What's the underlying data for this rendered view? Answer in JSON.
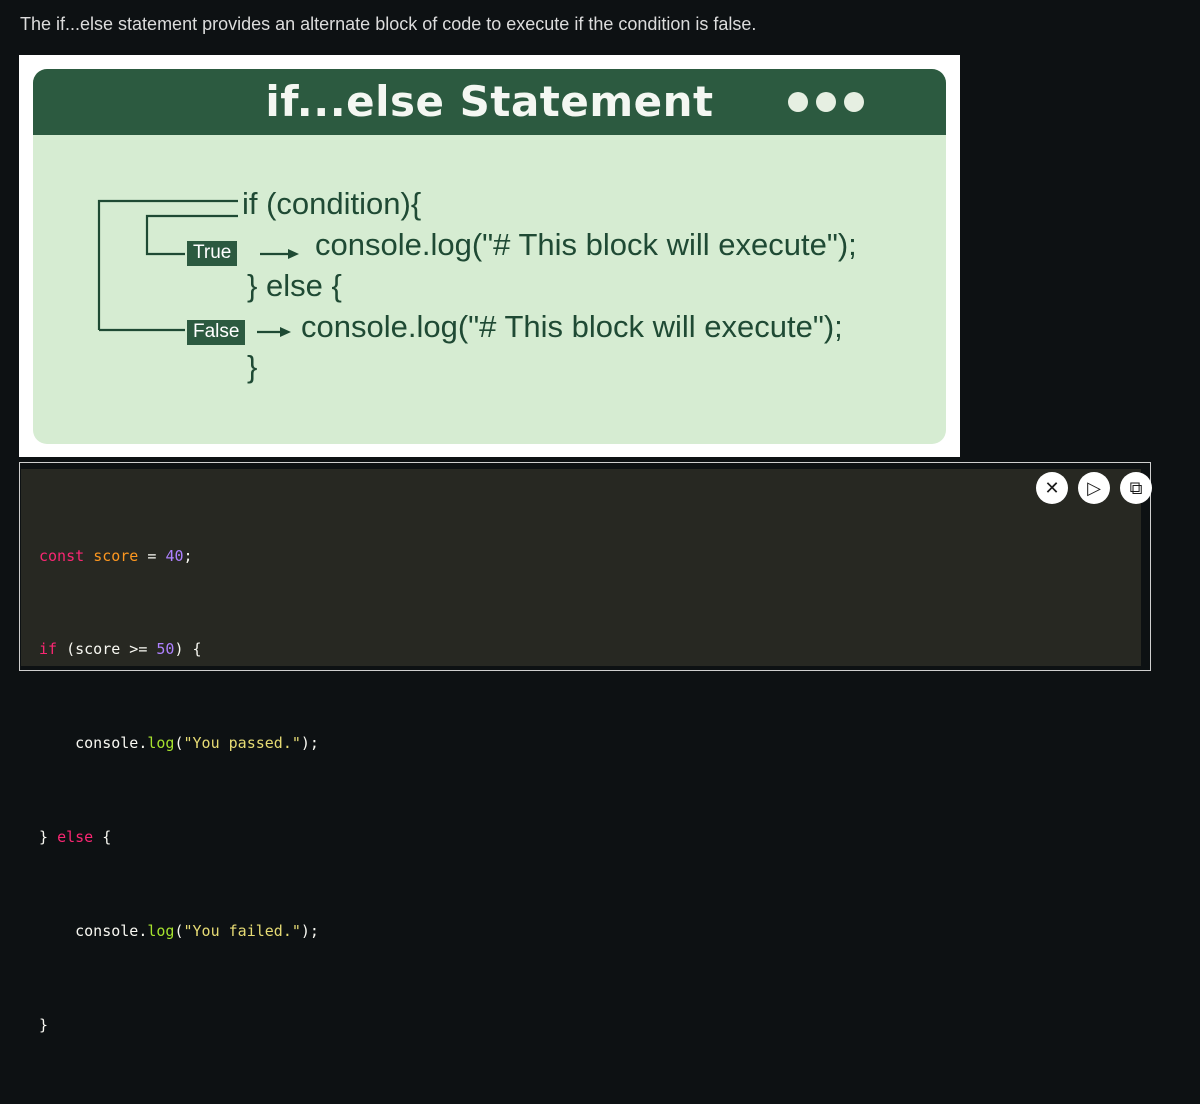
{
  "intro_text": "The if...else statement provides an alternate block of code to execute if the condition is false.",
  "diagram": {
    "title": "if...else Statement",
    "if_line": "if (condition){",
    "true_label": "True",
    "true_code": "console.log(\"# This block will execute\");",
    "else_line": "} else {",
    "false_label": "False",
    "false_code": "console.log(\"# This block will execute\");",
    "close_brace": "}"
  },
  "editor": {
    "toolbar": {
      "close_glyph": "✕",
      "run_glyph": "▷",
      "copy_glyph": "⧉"
    },
    "line1": {
      "kw": "const",
      "sp1": " ",
      "var": "score",
      "op": " = ",
      "num": "40",
      "end": ";"
    },
    "line2": {
      "kw": "if",
      "pre": " (score >= ",
      "num": "50",
      "post": ") {"
    },
    "line3": {
      "indent": "    ",
      "obj": "console.",
      "fn": "log",
      "open": "(",
      "str": "\"You passed.\"",
      "close": ");"
    },
    "line4": {
      "pre": "} ",
      "kw": "else",
      "post": " {"
    },
    "line5": {
      "indent": "    ",
      "obj": "console.",
      "fn": "log",
      "open": "(",
      "str": "\"You failed.\"",
      "close": ");"
    },
    "line6": {
      "text": "}"
    }
  },
  "colors": {
    "page_bg": "#0d1113",
    "card_bg": "#d6ecd2",
    "card_header": "#2c5a40",
    "code_bg": "#272822"
  }
}
